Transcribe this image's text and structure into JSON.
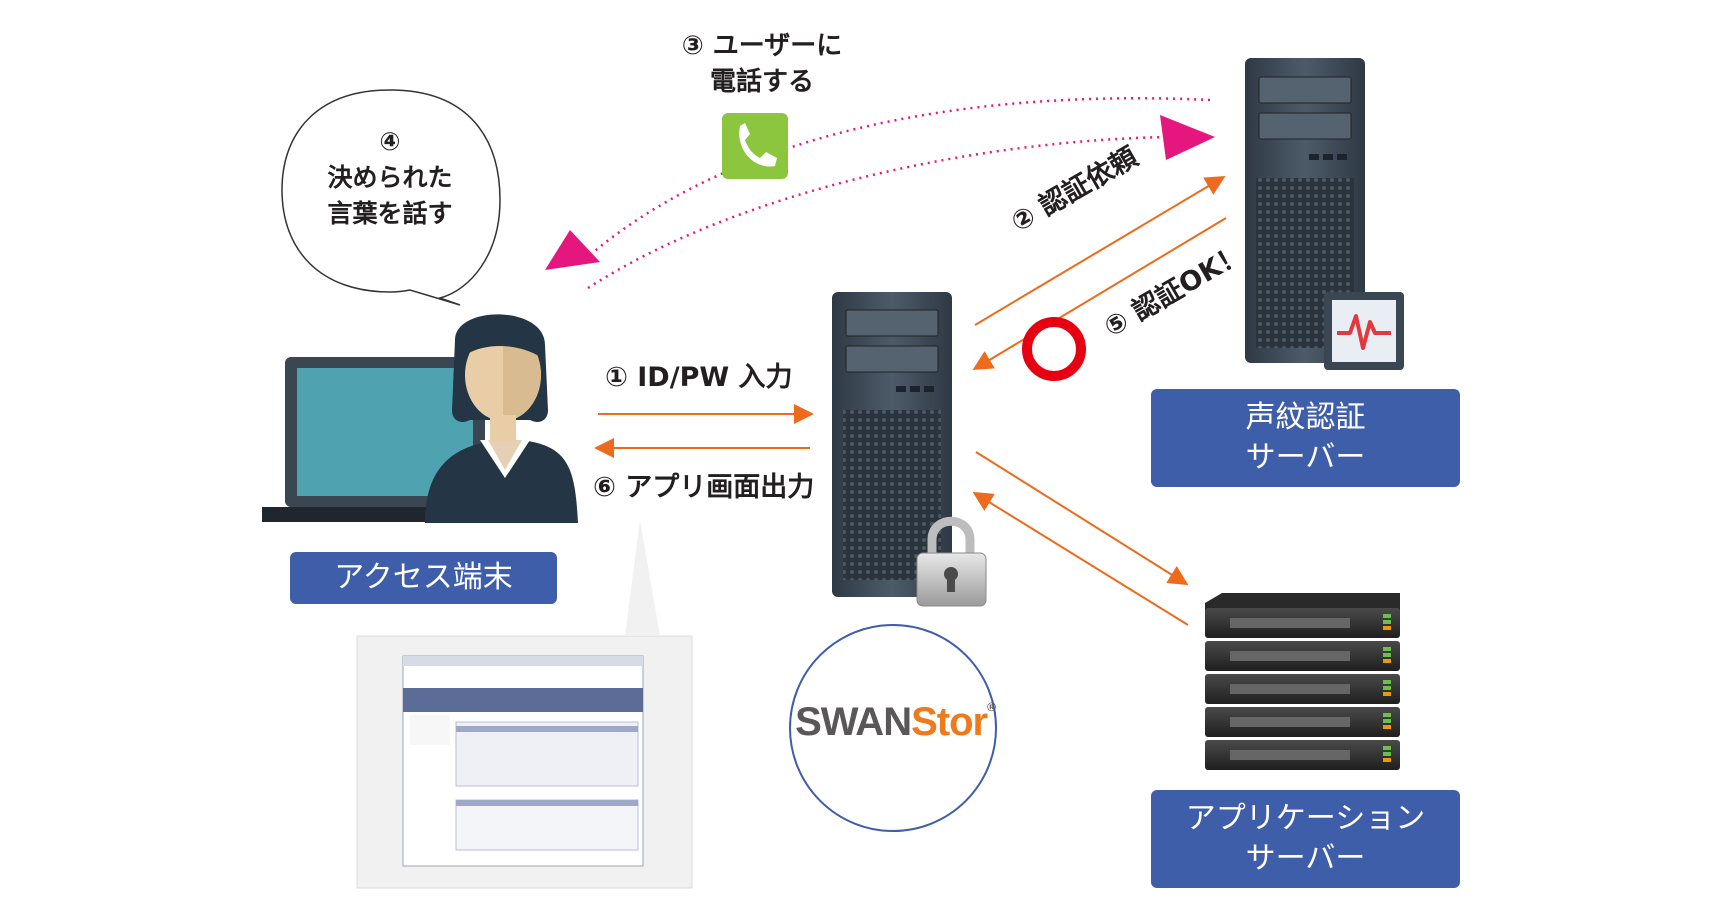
{
  "terminal": {
    "label": "アクセス端末"
  },
  "voice_server": {
    "label_line1": "声紋認証",
    "label_line2": "サーバー"
  },
  "app_server": {
    "label_line1": "アプリケーション",
    "label_line2": "サーバー"
  },
  "steps": {
    "step1": "① ID/PW 入力",
    "step2": "② 認証依頼",
    "step3_line1": "③ ユーザーに",
    "step3_line2": "電話する",
    "step4_num": "④",
    "step4_line1": "決められた",
    "step4_line2": "言葉を話す",
    "step5": "⑤ 認証OK！",
    "step6": "⑥ アプリ画面出力"
  },
  "logo": {
    "part1": "SWAN",
    "part2": "Stor",
    "mark": "®"
  },
  "colors": {
    "label_bg": "#3f5ea9",
    "arrow_orange": "#ee6a1c",
    "arrow_magenta": "#e5177e",
    "phone_green": "#8cc63f",
    "ok_red": "#e60012",
    "server_body": "#3d4a57"
  },
  "icons": [
    "user-icon",
    "laptop-icon",
    "phone-icon",
    "lock-icon",
    "server-tower-icon",
    "heartbeat-monitor-icon",
    "rack-server-icon",
    "ok-circle-icon"
  ]
}
